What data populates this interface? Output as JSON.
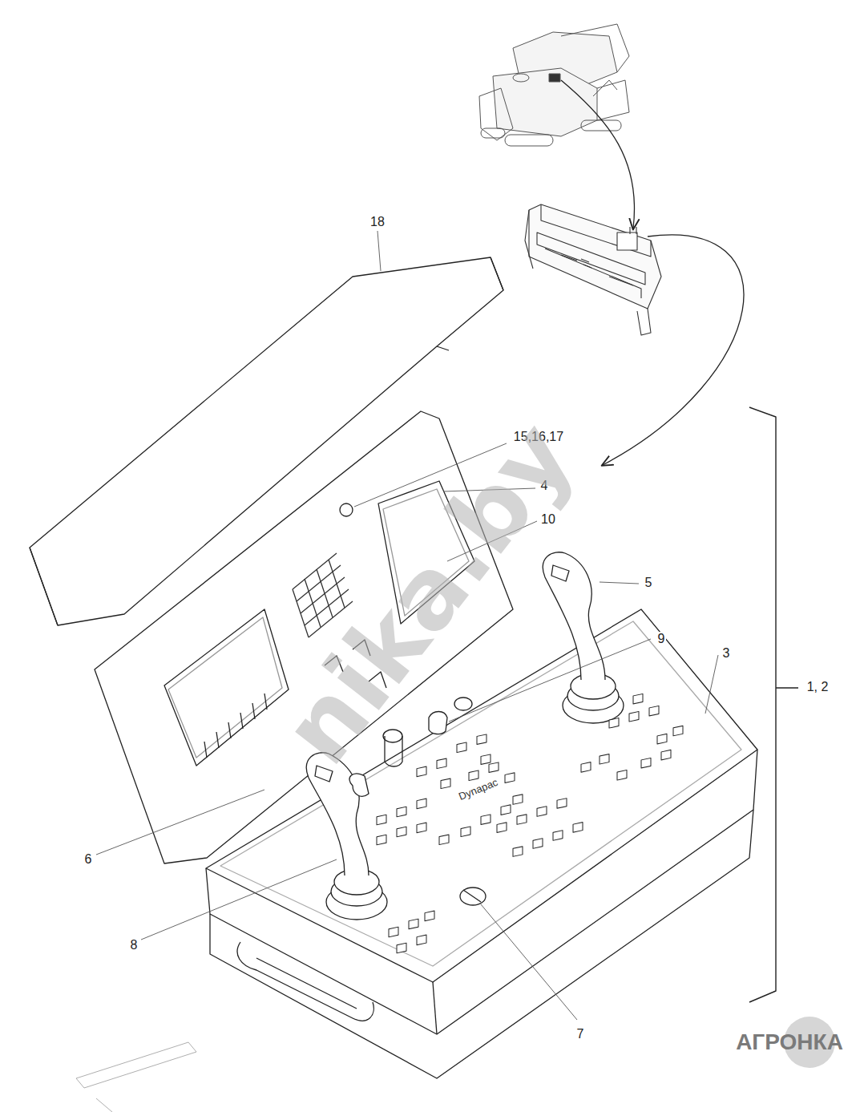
{
  "diagram": {
    "labels": [
      "18",
      "15,16,17",
      "4",
      "10",
      "5",
      "9",
      "3",
      "1, 2",
      "6",
      "8",
      "7",
      "Dynapac",
      "nika.by",
      "АГРОНКА"
    ]
  }
}
